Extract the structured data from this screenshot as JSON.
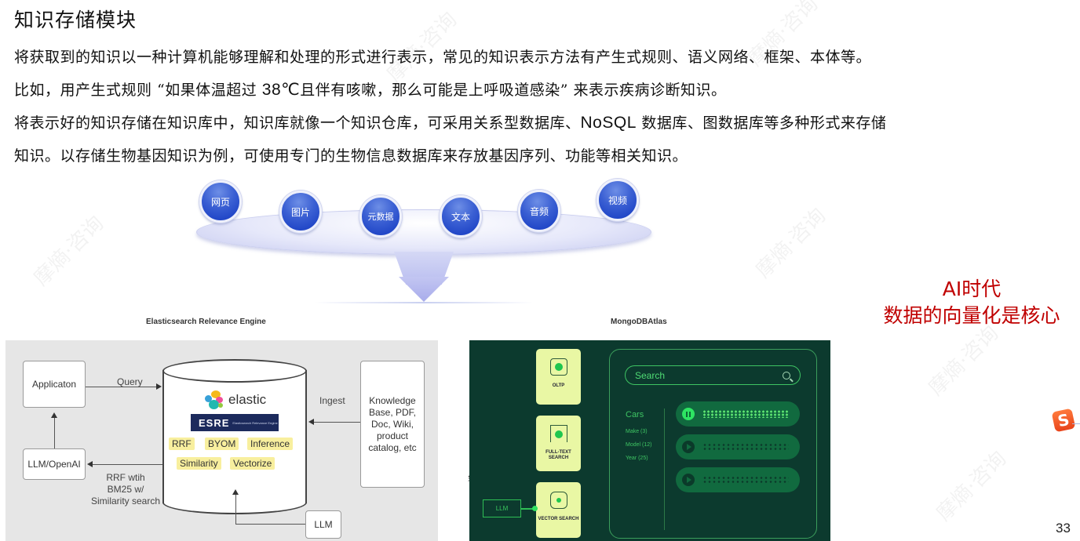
{
  "slide": {
    "title": "知识存储模块",
    "paragraphs": [
      {
        "text": "将获取到的知识以一种计算机能够理解和处理的形式进行表示，常见的知识表示方法有产生式规则、语义网络、框架、本体等。"
      },
      {
        "pre": "比如，用产生式规则 “如果体温超过 ",
        "latin": "38℃",
        "post": "且伴有咳嗽，那么可能是上呼吸道感染” 来表示疾病诊断知识。"
      },
      {
        "pre": "将表示好的知识存储在知识库中，知识库就像一个知识仓库，可采用关系型数据库、",
        "latin": "NoSQL",
        "post": " 数据库、图数据库等多种形式来存储"
      },
      {
        "text": "知识。以存储生物基因知识为例，可使用专门的生物信息数据库来存放基因序列、功能等相关知识。"
      }
    ],
    "page_number": "33"
  },
  "funnel": {
    "sources": [
      "网页",
      "图片",
      "元数据",
      "文本",
      "音频",
      "视频"
    ]
  },
  "annotation": {
    "line1": "AI时代",
    "line2": "数据的向量化是核心",
    "color": "#c00000"
  },
  "elastic": {
    "caption": "Elasticsearch Relevance Engine",
    "application": "Applicaton",
    "query_label": "Query",
    "llm_openai": "LLM/OpenAI",
    "rrf_label_1": "RRF wtih",
    "rrf_label_2": "BM25 w/",
    "rrf_label_3": "Similarity search",
    "brand": "elastic",
    "esre": "ESRE",
    "esre_sub": "Elasticsearch Relevance Engine",
    "chips": [
      "RRF",
      "BYOM",
      "Inference",
      "Similarity",
      "Vectorize"
    ],
    "ingest_label": "Ingest",
    "sources_1": "Knowledge",
    "sources_2": "Base, PDF,",
    "sources_3": "Doc, Wiki,",
    "sources_4": "product",
    "sources_5": "catalog, etc",
    "llm": "LLM"
  },
  "mongo": {
    "caption": "MongoDBAtlas",
    "cards": [
      "OLTP",
      "FULL-TEXT SEARCH",
      "VECTOR SEARCH"
    ],
    "llm": "LLM",
    "search_placeholder": "Search",
    "facet_title": "Cars",
    "facets": [
      "Make (3)",
      "Model (12)",
      "Year (25)"
    ]
  },
  "misc": {
    "stray_char": "容",
    "ime_icon": "S",
    "watermark": "摩熵·咨询"
  }
}
